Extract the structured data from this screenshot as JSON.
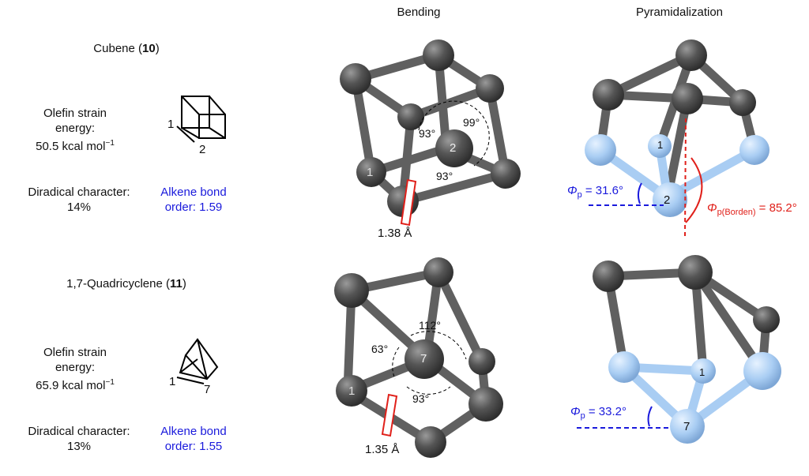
{
  "headers": {
    "bending": "Bending",
    "pyramidalization": "Pyramidalization"
  },
  "cubene": {
    "title": "Cubene (",
    "number": "10",
    "title_end": ")",
    "strain_label_1": "Olefin strain",
    "strain_label_2": "energy:",
    "strain_value": "50.5 kcal mol",
    "strain_exp": "−1",
    "diradical_label": "Diradical character:",
    "diradical_value": "14%",
    "bond_order_1": "Alkene bond",
    "bond_order_2": "order: 1.59",
    "atom1": "1",
    "atom2": "2",
    "angle_a": "93°",
    "angle_b": "99°",
    "angle_c": "93°",
    "bond_length": "1.38 Å",
    "phi_symbol": "Φ",
    "phi_sub": "p",
    "phi_value": "= 31.6°",
    "phi_borden_sub": "p(Borden)",
    "phi_borden_value": "= 85.2°"
  },
  "quadricyclene": {
    "title": "1,7-Quadricyclene (",
    "number": "11",
    "title_end": ")",
    "strain_label_1": "Olefin strain",
    "strain_label_2": "energy:",
    "strain_value": "65.9 kcal mol",
    "strain_exp": "−1",
    "diradical_label": "Diradical character:",
    "diradical_value": "13%",
    "bond_order_1": "Alkene bond",
    "bond_order_2": "order: 1.55",
    "atom1": "1",
    "atom2": "7",
    "angle_a": "112°",
    "angle_b": "63°",
    "angle_c": "93°",
    "bond_length": "1.35 Å",
    "phi_symbol": "Φ",
    "phi_sub": "p",
    "phi_value": "= 33.2°"
  },
  "colors": {
    "gray_atom": "#555555",
    "blue_atom": "#a9cdf3",
    "red": "#e0201a",
    "blue": "#1a1adc"
  }
}
